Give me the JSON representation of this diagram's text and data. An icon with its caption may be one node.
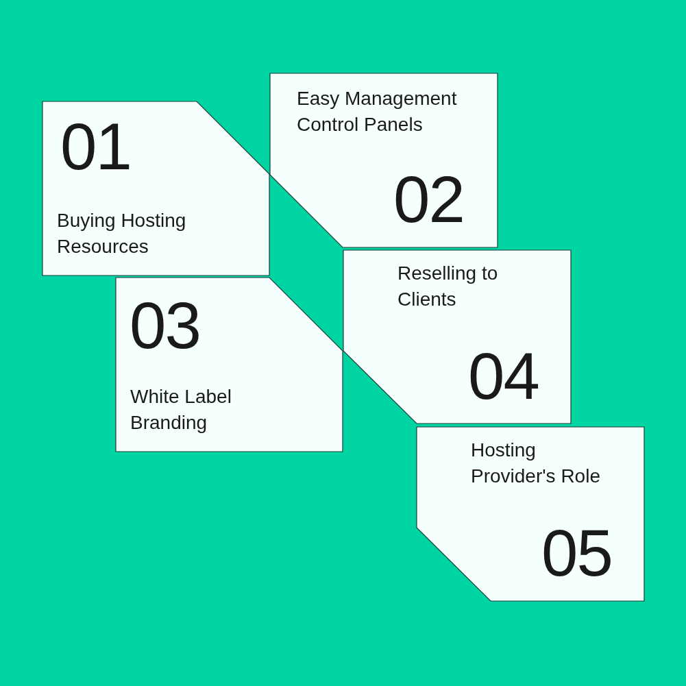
{
  "diagram": {
    "nodes": [
      {
        "text": [
          "01",
          "Buying Hosting Resources"
        ]
      },
      {
        "text": [
          "Easy Management Control Panels",
          "02"
        ]
      },
      {
        "text": [
          "03",
          "White Label Branding"
        ]
      },
      {
        "text": [
          "Reselling to Clients",
          "04"
        ]
      },
      {
        "text": [
          "Hosting Provider's Role",
          "05"
        ]
      }
    ]
  }
}
